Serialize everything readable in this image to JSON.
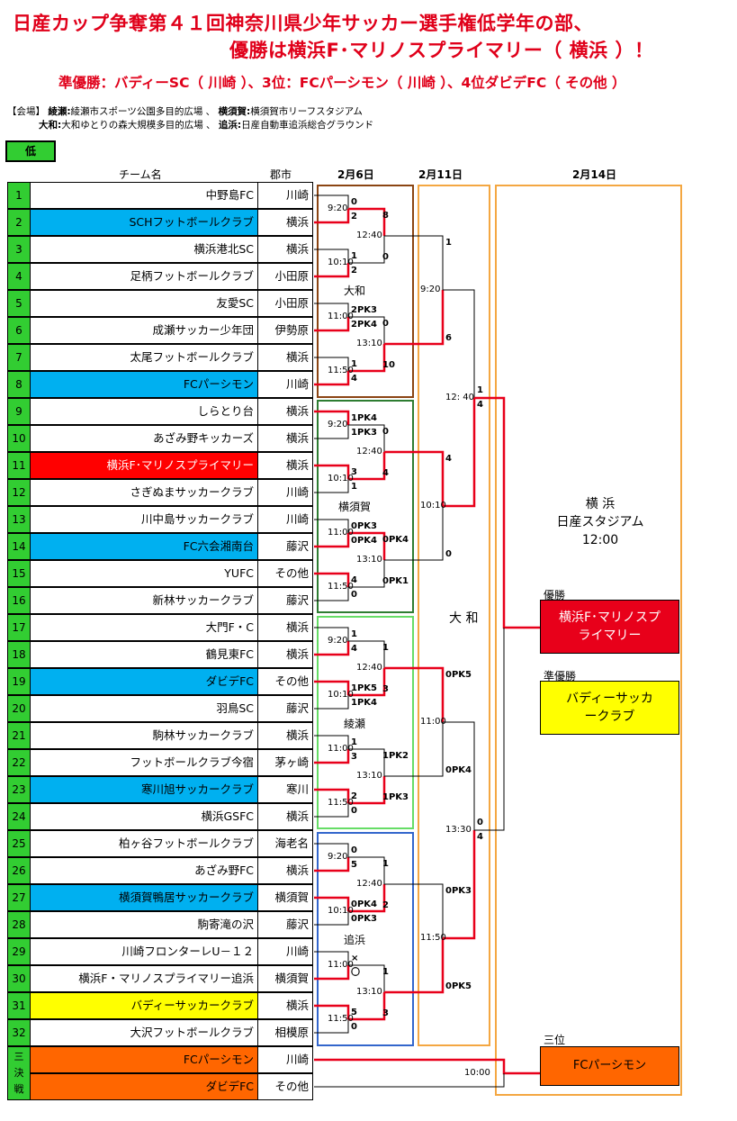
{
  "title_line1": "日産カップ争奪第４１回神奈川県少年サッカー選手権低学年の部、",
  "title_line2": "優勝は横浜F･マリノスプライマリー（ 横浜 ）！",
  "subtitle": "準優勝：バディーSC（ 川崎 ）、3位：FCパーシモン（ 川崎 ）、4位ダビデFC（ その他 ）",
  "venues": {
    "label": "【会場】",
    "line1": [
      {
        "place": "綾瀬:",
        "name": "綾瀬市スポーツ公園多目的広場 、"
      },
      {
        "place": "横須賀:",
        "name": "横須賀市リーフスタジアム"
      }
    ],
    "line2": [
      {
        "place": "大和:",
        "name": "大和ゆとりの森大規模多目的広場 、"
      },
      {
        "place": "追浜:",
        "name": "日産自動車追浜総合グラウンド"
      }
    ]
  },
  "level": "低",
  "headers": {
    "team": "チーム名",
    "city": "郡市",
    "day1": "2月6日",
    "day2": "2月11日",
    "day3": "2月14日"
  },
  "teams": [
    {
      "no": "1",
      "name": "中野島FC",
      "city": "川崎",
      "hl": ""
    },
    {
      "no": "2",
      "name": "SCHフットボールクラブ",
      "city": "横浜",
      "hl": "blue"
    },
    {
      "no": "3",
      "name": "横浜港北SC",
      "city": "横浜",
      "hl": ""
    },
    {
      "no": "4",
      "name": "足柄フットボールクラブ",
      "city": "小田原",
      "hl": ""
    },
    {
      "no": "5",
      "name": "友愛SC",
      "city": "小田原",
      "hl": ""
    },
    {
      "no": "6",
      "name": "成瀬サッカー少年団",
      "city": "伊勢原",
      "hl": ""
    },
    {
      "no": "7",
      "name": "太尾フットボールクラブ",
      "city": "横浜",
      "hl": ""
    },
    {
      "no": "8",
      "name": "FCパーシモン",
      "city": "川崎",
      "hl": "blue"
    },
    {
      "no": "9",
      "name": "しらとり台",
      "city": "横浜",
      "hl": ""
    },
    {
      "no": "10",
      "name": "あざみ野キッカーズ",
      "city": "横浜",
      "hl": ""
    },
    {
      "no": "11",
      "name": "横浜F･マリノスプライマリー",
      "city": "横浜",
      "hl": "red"
    },
    {
      "no": "12",
      "name": "さぎぬまサッカークラブ",
      "city": "川崎",
      "hl": ""
    },
    {
      "no": "13",
      "name": "川中島サッカークラブ",
      "city": "川崎",
      "hl": ""
    },
    {
      "no": "14",
      "name": "FC六会湘南台",
      "city": "藤沢",
      "hl": "blue"
    },
    {
      "no": "15",
      "name": "YUFC",
      "city": "その他",
      "hl": ""
    },
    {
      "no": "16",
      "name": "新林サッカークラブ",
      "city": "藤沢",
      "hl": ""
    },
    {
      "no": "17",
      "name": "大門F・C",
      "city": "横浜",
      "hl": ""
    },
    {
      "no": "18",
      "name": "鶴見東FC",
      "city": "横浜",
      "hl": ""
    },
    {
      "no": "19",
      "name": "ダビデFC",
      "city": "その他",
      "hl": "blue"
    },
    {
      "no": "20",
      "name": "羽鳥SC",
      "city": "藤沢",
      "hl": ""
    },
    {
      "no": "21",
      "name": "駒林サッカークラブ",
      "city": "横浜",
      "hl": ""
    },
    {
      "no": "22",
      "name": "フットボールクラブ今宿",
      "city": "茅ヶ崎",
      "hl": ""
    },
    {
      "no": "23",
      "name": "寒川旭サッカークラブ",
      "city": "寒川",
      "hl": "blue"
    },
    {
      "no": "24",
      "name": "横浜GSFC",
      "city": "横浜",
      "hl": ""
    },
    {
      "no": "25",
      "name": "柏ヶ谷フットボールクラブ",
      "city": "海老名",
      "hl": ""
    },
    {
      "no": "26",
      "name": "あざみ野FC",
      "city": "横浜",
      "hl": ""
    },
    {
      "no": "27",
      "name": "横須賀鴨居サッカークラブ",
      "city": "横須賀",
      "hl": "blue"
    },
    {
      "no": "28",
      "name": "駒寄滝の沢",
      "city": "藤沢",
      "hl": ""
    },
    {
      "no": "29",
      "name": "川崎フロンターレU－１２",
      "city": "川崎",
      "hl": ""
    },
    {
      "no": "30",
      "name": "横浜F・マリノスプライマリー追浜",
      "city": "横須賀",
      "hl": ""
    },
    {
      "no": "31",
      "name": "バディーサッカークラブ",
      "city": "横浜",
      "hl": "yellow"
    },
    {
      "no": "32",
      "name": "大沢フットボールクラブ",
      "city": "相模原",
      "hl": ""
    }
  ],
  "third_place_match": {
    "label_chars": [
      "三",
      "決",
      "戦"
    ],
    "teams": [
      {
        "name": "FCパーシモン",
        "city": "川崎"
      },
      {
        "name": "ダビデFC",
        "city": "その他"
      }
    ],
    "time": "10:00"
  },
  "venue_groups": [
    "大和",
    "横須賀",
    "綾瀬",
    "追浜"
  ],
  "middle_venue": "大 和",
  "final_venue": {
    "line1": "横 浜",
    "line2": "日産スタジアム",
    "line3": "12:00"
  },
  "results": {
    "champion_label": "優勝",
    "champion": "横浜F･マリノスプライマリー",
    "runner_up_label": "準優勝",
    "runner_up": "バディーサッカークラブ",
    "third_label": "三位",
    "third": "FCパーシモン"
  },
  "times": {
    "r1": [
      "9:20",
      "10:10",
      "11:00",
      "11:50",
      "9:20",
      "10:10",
      "11:00",
      "11:50",
      "9:20",
      "10:10",
      "11:00",
      "11:50",
      "9:20",
      "10:10",
      "11:00",
      "11:50"
    ],
    "r2": [
      "12:40",
      "13:10",
      "12:40",
      "13:10",
      "12:40",
      "13:10",
      "12:40",
      "13:10"
    ],
    "r3": [
      "9:20",
      "10:10",
      "11:00",
      "11:50"
    ],
    "r4": [
      "12: 40",
      "13:30"
    ]
  },
  "scores": {
    "r1": [
      [
        "0",
        "2"
      ],
      [
        "1",
        "2"
      ],
      [
        "2PK3",
        "2PK4"
      ],
      [
        "1",
        "4"
      ],
      [
        "1PK4",
        "1PK3"
      ],
      [
        "3",
        "1"
      ],
      [
        "0PK3",
        "0PK4"
      ],
      [
        "4",
        "0"
      ],
      [
        "1",
        "4"
      ],
      [
        "1PK5",
        "1PK4"
      ],
      [
        "1",
        "3"
      ],
      [
        "2",
        "0"
      ],
      [
        "0",
        "5"
      ],
      [
        "0PK4",
        "0PK3"
      ],
      [
        "×",
        "〇"
      ],
      [
        "5",
        "0"
      ]
    ],
    "r2": [
      [
        "8",
        "0"
      ],
      [
        "0",
        "10"
      ],
      [
        "0",
        "4"
      ],
      [
        "0PK4",
        "0PK1"
      ],
      [
        "1",
        "3"
      ],
      [
        "1PK2",
        "1PK3"
      ],
      [
        "1",
        "2"
      ],
      [
        "1",
        "3"
      ]
    ],
    "r3": [
      [
        "1",
        "6"
      ],
      [
        "4",
        "0"
      ],
      [
        "0PK5",
        "0PK4"
      ],
      [
        "0PK3",
        "0PK5"
      ]
    ],
    "r4": [
      [
        "1",
        "4"
      ],
      [
        "0",
        "4"
      ]
    ]
  }
}
